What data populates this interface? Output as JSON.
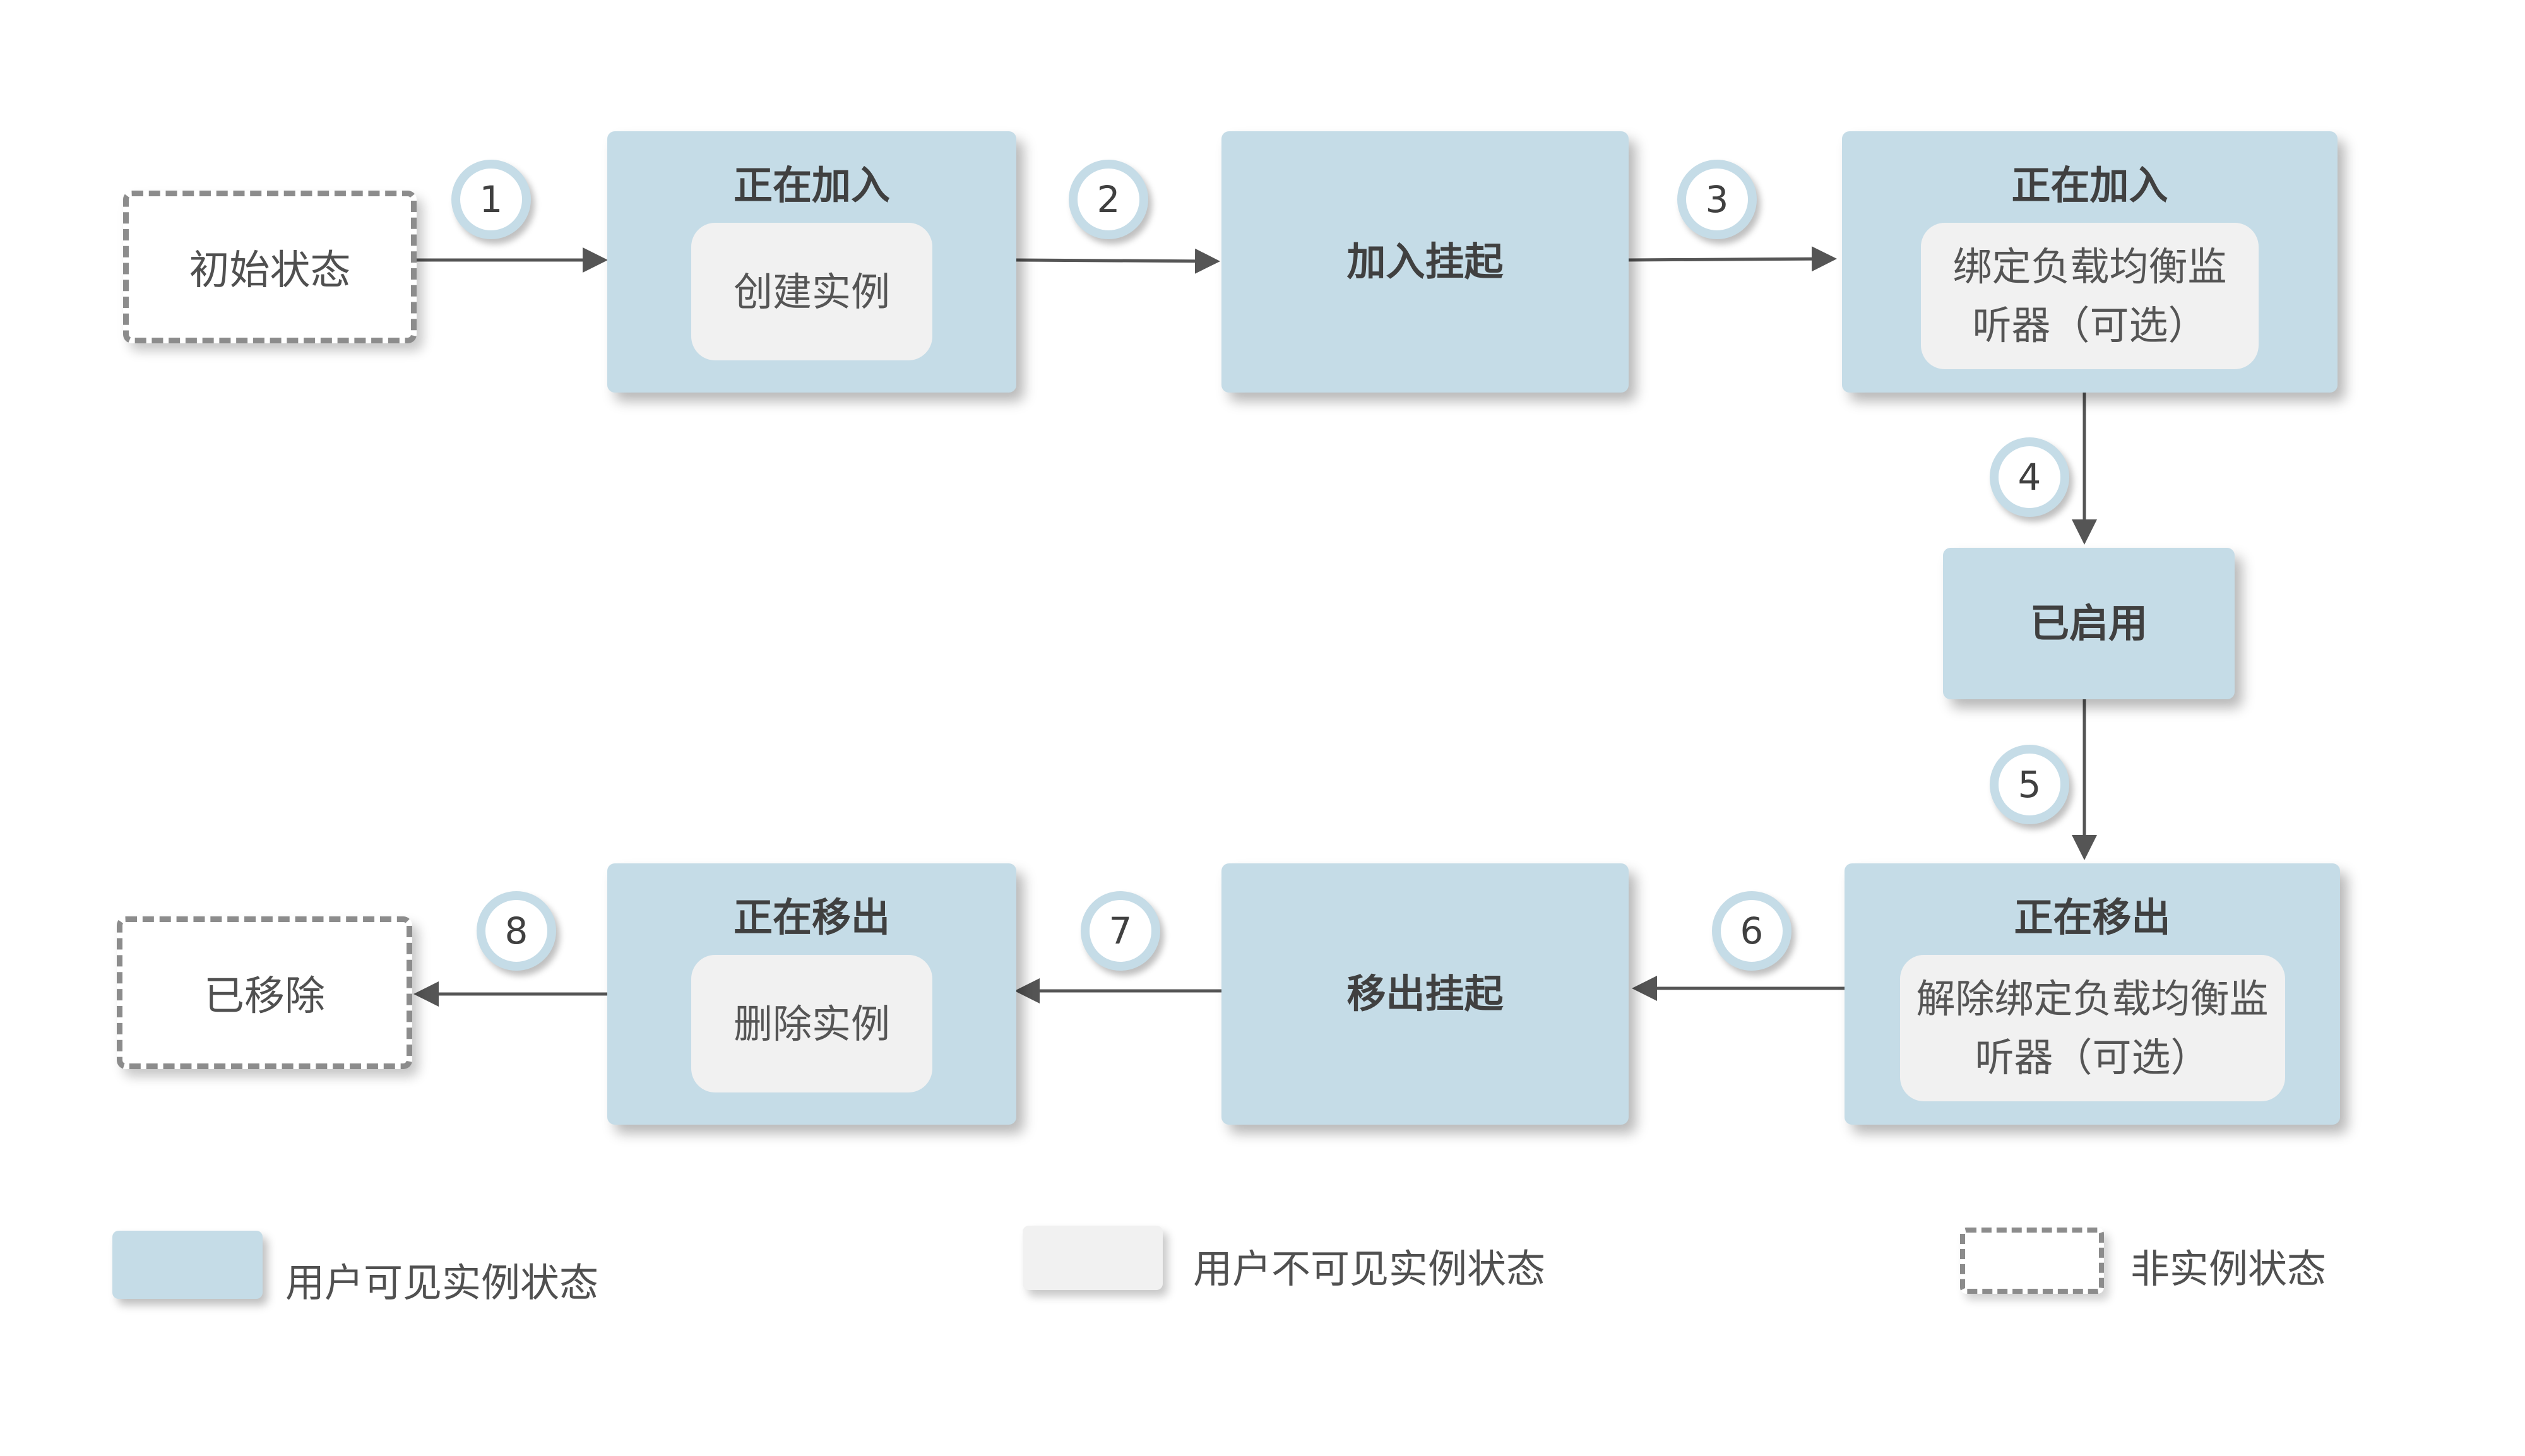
{
  "nodes": {
    "initial": "初始状态",
    "joining_1": {
      "title": "正在加入",
      "inner": "创建实例"
    },
    "join_pending": "加入挂起",
    "joining_2": {
      "title": "正在加入",
      "inner": "绑定负载均衡监听器（可选）"
    },
    "enabled": "已启用",
    "removing_1": {
      "title": "正在移出",
      "inner": "解除绑定负载均衡监听器（可选）"
    },
    "remove_pending": "移出挂起",
    "removing_2": {
      "title": "正在移出",
      "inner": "删除实例"
    },
    "removed": "已移除"
  },
  "steps": [
    "1",
    "2",
    "3",
    "4",
    "5",
    "6",
    "7",
    "8"
  ],
  "legend": {
    "visible": "用户可见实例状态",
    "invisible": "用户不可见实例状态",
    "non_instance": "非实例状态"
  },
  "colors": {
    "visible_state": "#c5dce7",
    "invisible_state": "#f1f1f1",
    "arrow": "#555555",
    "dashed_border": "#8c8c8c"
  }
}
